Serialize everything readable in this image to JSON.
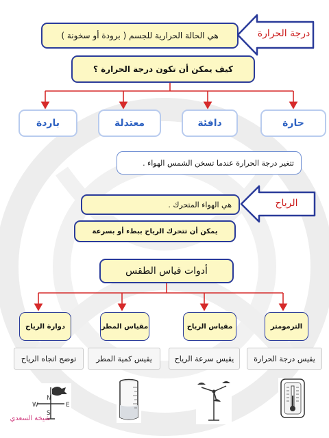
{
  "temperature": {
    "heading": "درجة الحرارة",
    "definition": "هي الحالة الحرارية للجسم ( برودة أو سخونة )",
    "question": "كيف يمكن أن تكون درجة الحرارة ؟",
    "categories": [
      "حارة",
      "دافئة",
      "معتدلة",
      "باردة"
    ],
    "fact": "تتغير درجة الحرارة عندما تسخن الشمس الهواء ."
  },
  "wind": {
    "heading": "الرياح",
    "definition": "هي الهواء المتحرك .",
    "fact": "يمكن أن تتحرك الرياح ببطء أو بسرعة"
  },
  "tools": {
    "heading": "أدوات قياس الطقس",
    "items": [
      {
        "name": "الترمومتر",
        "description": "يقيس درجة الحرارة",
        "icon": "thermometer-icon"
      },
      {
        "name": "مقياس الرياح",
        "description": "يقيس سرعة الرياح",
        "icon": "anemometer-icon"
      },
      {
        "name": "مقياس المطر",
        "description": "يقيس كمية المطر",
        "icon": "rain-gauge-icon"
      },
      {
        "name": "دوارة الرياح",
        "description": "توضح اتجاه الرياح",
        "icon": "weather-vane-icon"
      }
    ]
  },
  "signature": "شيخة السعدي",
  "colors": {
    "accent_blue": "#2a3b9a",
    "box_yellow": "#fdf8c4",
    "connector_red": "#d62a2a",
    "heading_red": "#cc1d1d",
    "category_blue": "#2e62c2"
  }
}
